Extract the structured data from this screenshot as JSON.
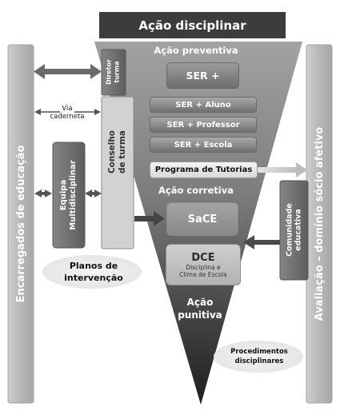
{
  "title": "Ação disciplinar",
  "left_column_label": "Encarregados de educação",
  "right_column_label": "Avaliação – domínio sócio afetivo",
  "preventive": {
    "heading": "Ação preventiva",
    "ser_main": "SER +",
    "items": [
      "SER + Aluno",
      "SER + Professor",
      "SER + Escola"
    ],
    "tutorias": "Programa de Tutorias"
  },
  "corrective": {
    "heading": "Ação corretiva",
    "sace": "SaCE",
    "dce_title": "DCE",
    "dce_subtitle_1": "Disciplina e",
    "dce_subtitle_2": "Clima de Escola"
  },
  "punitive": {
    "heading_1": "Ação",
    "heading_2": "punitiva"
  },
  "director_turma": {
    "line1": "Diretor",
    "line2": "turma"
  },
  "conselho_turma": {
    "line1": "Conselho",
    "line2": "de turma"
  },
  "equipa": {
    "line1": "Equipa",
    "line2": "Multidisciplinar"
  },
  "via_caderneta": {
    "line1": "Via",
    "line2": "caderneta"
  },
  "comunidade": {
    "line1": "Comunidade",
    "line2": "educativa"
  },
  "planos": {
    "line1": "Planos de",
    "line2": "intervenção"
  },
  "procedimentos": {
    "line1": "Procedimentos",
    "line2": "disciplinares"
  },
  "colors": {
    "title_bar": "#3c3c3c",
    "funnel_top": "#9b9b9b",
    "funnel_bottom": "#2a2a2a",
    "column": "#bdbdbd",
    "box_dark": "#6a6a6a",
    "box_light": "#cfcfcf"
  }
}
